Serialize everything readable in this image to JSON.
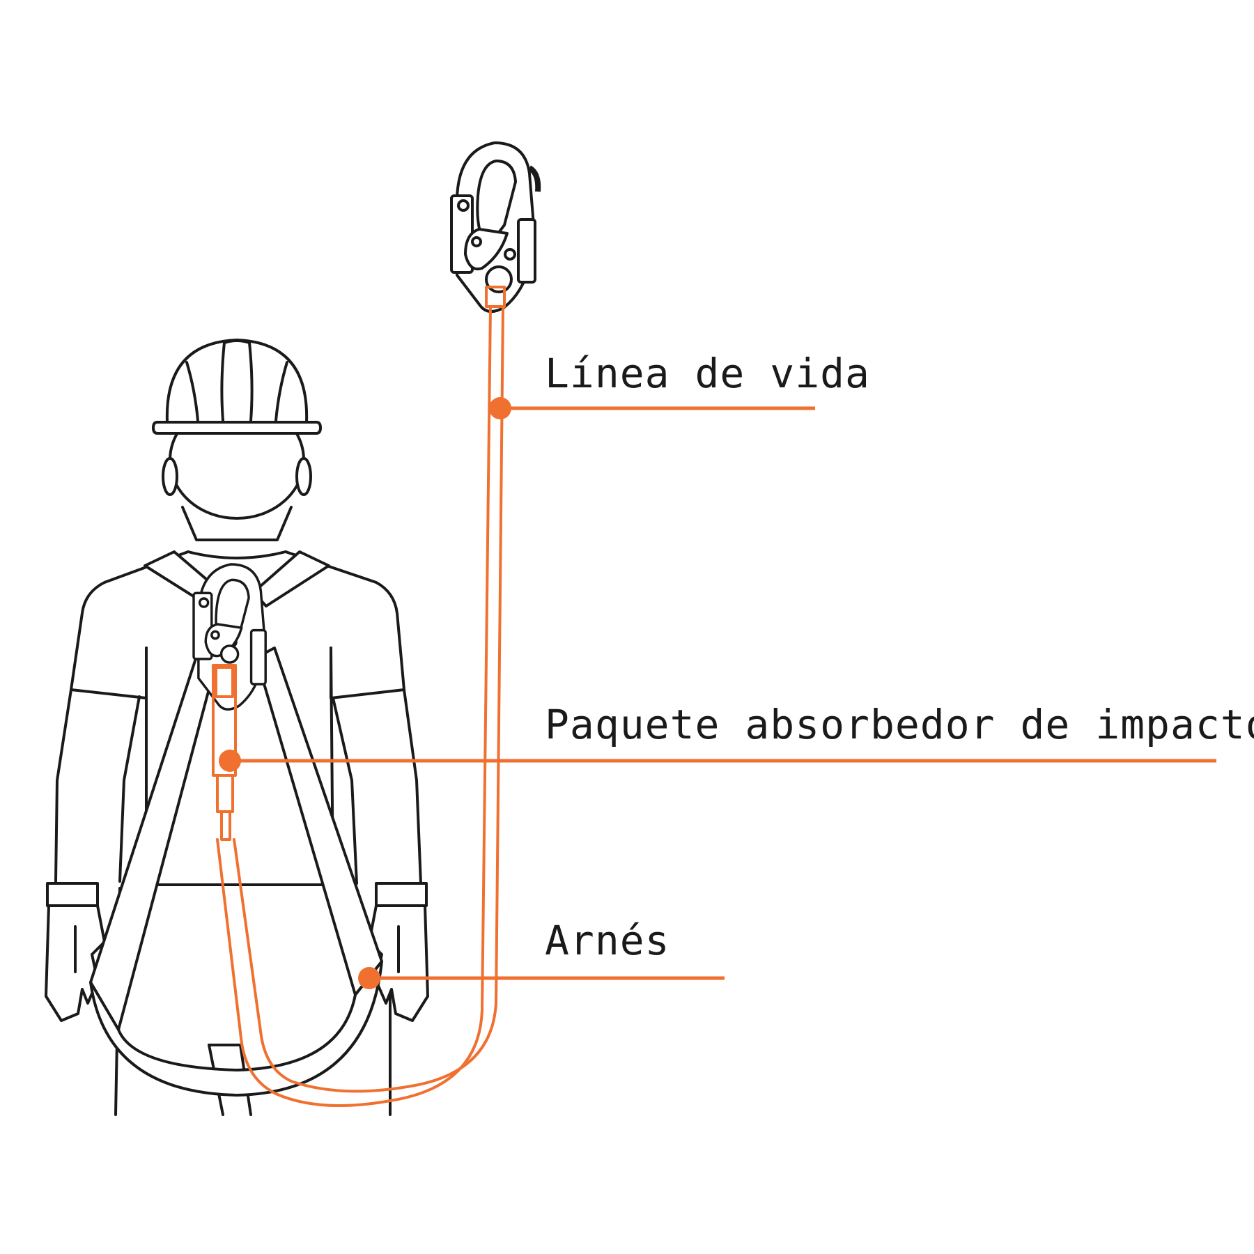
{
  "colors": {
    "accent": "#f07030",
    "outline": "#1a1a1a",
    "background": "#ffffff"
  },
  "callouts": [
    {
      "id": "linea-de-vida",
      "label": "Línea de vida"
    },
    {
      "id": "paquete-absorbedor",
      "label": "Paquete absorbedor de impacto"
    },
    {
      "id": "arnes",
      "label": "Arnés"
    }
  ]
}
